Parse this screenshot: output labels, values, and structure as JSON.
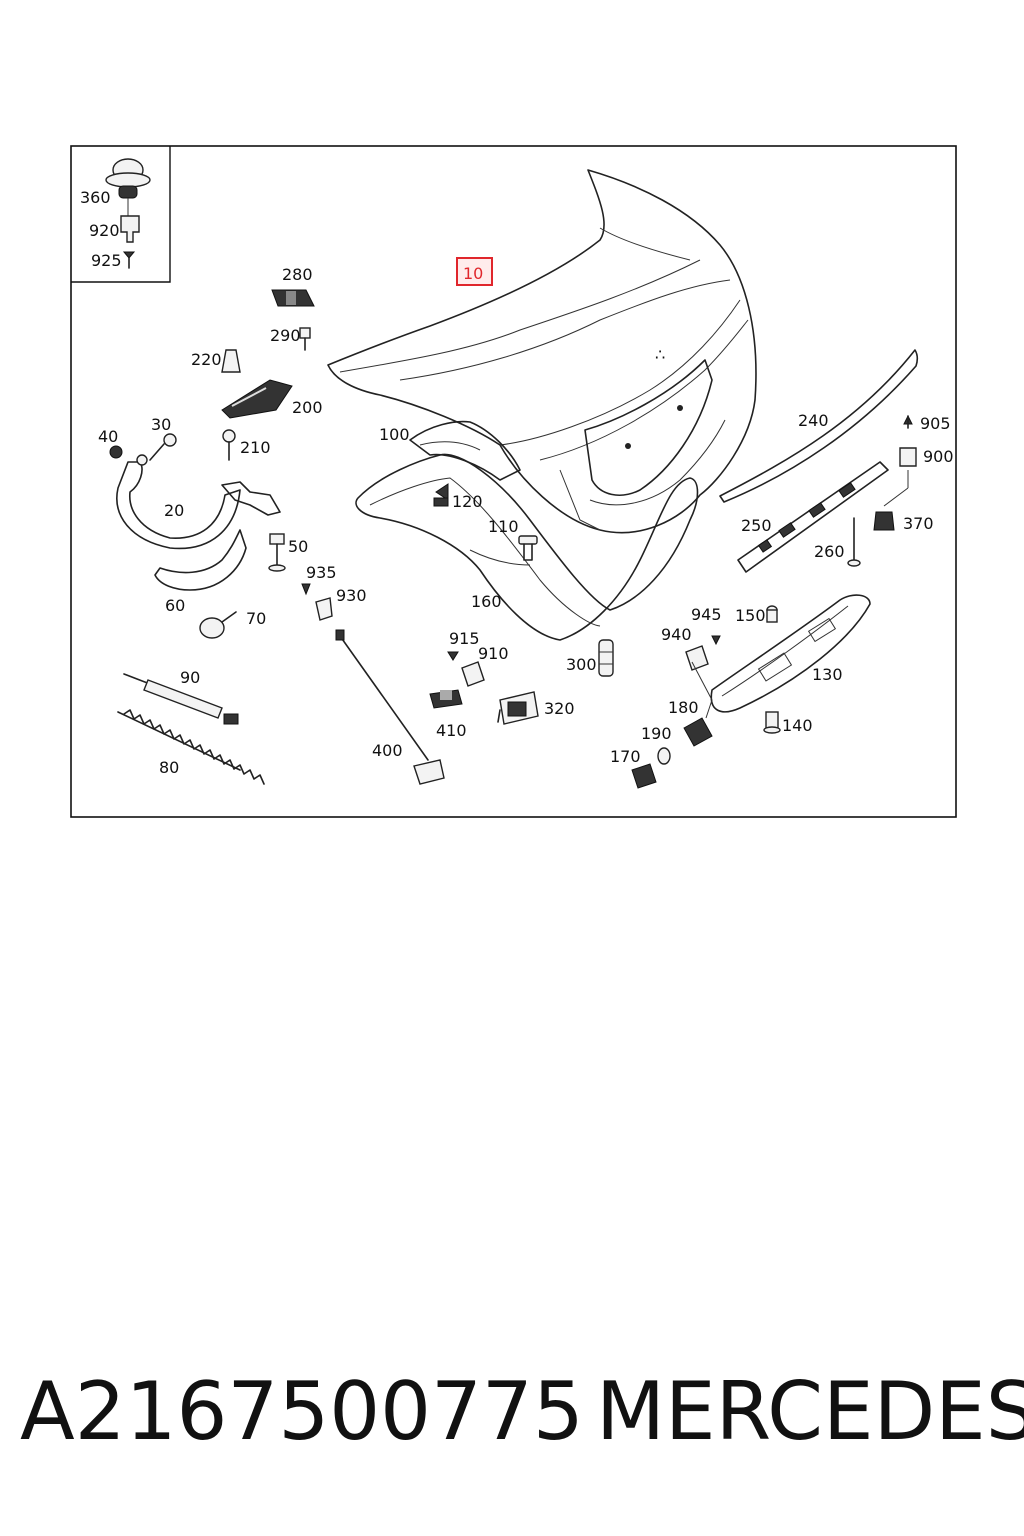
{
  "callouts": {
    "c10": "10",
    "c20": "20",
    "c30": "30",
    "c40": "40",
    "c50": "50",
    "c60": "60",
    "c70": "70",
    "c80": "80",
    "c90": "90",
    "c100": "100",
    "c110": "110",
    "c120": "120",
    "c130": "130",
    "c140": "140",
    "c150": "150",
    "c160": "160",
    "c170": "170",
    "c180": "180",
    "c190": "190",
    "c200": "200",
    "c210": "210",
    "c220": "220",
    "c240": "240",
    "c250": "250",
    "c260": "260",
    "c280": "280",
    "c290": "290",
    "c300": "300",
    "c320": "320",
    "c360": "360",
    "c370": "370",
    "c400": "400",
    "c410": "410",
    "c900": "900",
    "c905": "905",
    "c910": "910",
    "c915": "915",
    "c920": "920",
    "c925": "925",
    "c930": "930",
    "c935": "935",
    "c940": "940",
    "c945": "945"
  },
  "highlight_color": "#e0262c",
  "footer": {
    "part_number": "A2167500775",
    "brand": "MERCEDES"
  }
}
